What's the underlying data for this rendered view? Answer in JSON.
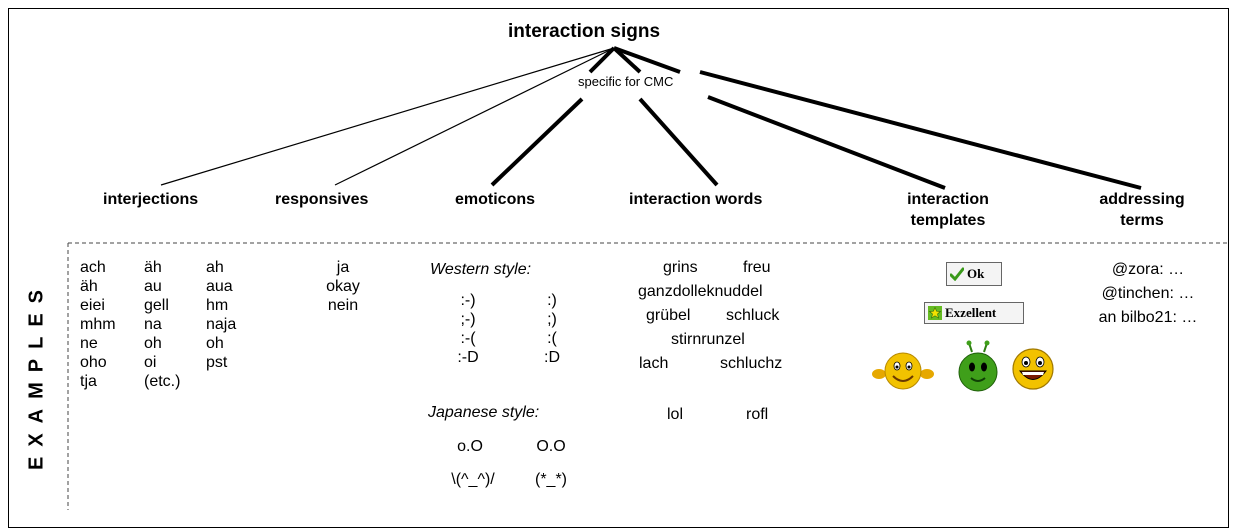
{
  "title": "interaction signs",
  "subtitle": "specific for CMC",
  "categories": {
    "interjections": "interjections",
    "responsives": "responsives",
    "emoticons": "emoticons",
    "interaction_words": "interaction words",
    "interaction_templates_1": "interaction",
    "interaction_templates_2": "templates",
    "addressing_terms_1": "addressing",
    "addressing_terms_2": "terms"
  },
  "sidebar_label": "EXAMPLES",
  "interjections": {
    "col1": [
      "ach",
      "äh",
      "eiei",
      "mhm",
      "ne",
      "oho",
      "tja"
    ],
    "col2": [
      "äh",
      "au",
      "gell",
      "na",
      "oh",
      "oi",
      "(etc.)"
    ],
    "col3": [
      "ah",
      "aua",
      "hm",
      "naja",
      "oh",
      "pst"
    ]
  },
  "responsives": [
    "ja",
    "okay",
    "nein"
  ],
  "emoticons": {
    "western_label": "Western style:",
    "western_col1": [
      ":-)",
      ";-)",
      ":-(",
      ":-D"
    ],
    "western_col2": [
      ":)",
      ";)",
      ":(",
      ":D"
    ],
    "japanese_label": "Japanese style:",
    "japanese_row1": [
      "o.O",
      "O.O"
    ],
    "japanese_row2": [
      "\\(^_^)/",
      "(*_*)"
    ]
  },
  "interaction_words": {
    "row1": [
      "grins",
      "freu"
    ],
    "row2": "ganzdolleknuddel",
    "row3": [
      "grübel",
      "schluck"
    ],
    "row4": "stirnrunzel",
    "row5": [
      "lach",
      "schluchz"
    ],
    "row6": [
      "lol",
      "rofl"
    ]
  },
  "templates": {
    "ok_label": "Ok",
    "exzellent_label": "Exzellent",
    "smileys": [
      "thumbs-up-smiley-icon",
      "green-alien-smiley-icon",
      "laughing-smiley-icon"
    ]
  },
  "addressing": [
    "@zora: …",
    "@tinchen: …",
    "an bilbo21: …"
  ],
  "colors": {
    "line": "#000000",
    "ok_check": "#3a9a1a",
    "star_bg": "#66bb22",
    "smiley": "#f2c200",
    "alien": "#3f9f1a"
  }
}
